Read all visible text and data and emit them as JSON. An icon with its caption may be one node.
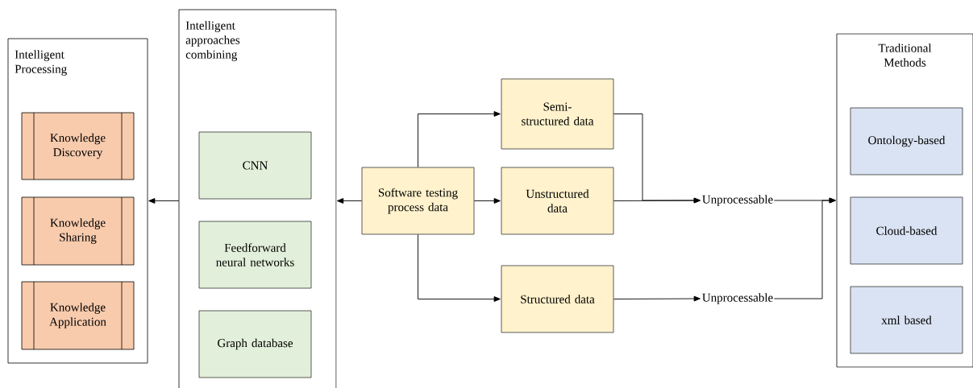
{
  "diagram": {
    "nodes": [
      {
        "text": [
          "Intelligent Processing"
        ]
      },
      {
        "text": [
          "Knowledge Discovery"
        ],
        "in": 0
      },
      {
        "text": [
          "Knowledge Sharing"
        ],
        "in": 0
      },
      {
        "text": [
          "Knowledge Application"
        ],
        "in": 0
      },
      {
        "text": [
          "Intelligent approaches combining"
        ]
      },
      {
        "text": [
          "CNN"
        ],
        "in": 4
      },
      {
        "text": [
          "Feedforward neural networks"
        ],
        "in": 4
      },
      {
        "text": [
          "Graph database"
        ],
        "in": 4
      },
      {
        "text": [
          "Software testing process data"
        ]
      },
      {
        "text": [
          "Semi-structured data"
        ]
      },
      {
        "text": [
          "Unstructured data"
        ]
      },
      {
        "text": [
          "Structured data"
        ]
      },
      {
        "text": [
          "Unprocessable"
        ]
      },
      {
        "text": [
          "Unprocessable"
        ]
      },
      {
        "text": [
          "Traditional Methods"
        ]
      },
      {
        "text": [
          "Ontology-based"
        ],
        "in": 14
      },
      {
        "text": [
          "Cloud-based"
        ],
        "in": 14
      },
      {
        "text": [
          "xml based"
        ],
        "in": 14
      }
    ],
    "edges": [
      {
        "from": 4,
        "to": 0,
        "arrow": "to"
      },
      {
        "from": 8,
        "to": 4,
        "arrow": "to"
      },
      {
        "from": 8,
        "to": 9,
        "arrow": "to"
      },
      {
        "from": 8,
        "to": 10,
        "arrow": "to"
      },
      {
        "from": 8,
        "to": 11,
        "arrow": "to"
      },
      {
        "from": 9,
        "to": 12,
        "arrow": "to"
      },
      {
        "from": 10,
        "to": 12,
        "arrow": "to"
      },
      {
        "from": 11,
        "to": 13,
        "arrow": "to"
      },
      {
        "from": 12,
        "to": 14,
        "arrow": "to"
      },
      {
        "from": 13,
        "to": 14,
        "arrow": "to"
      }
    ]
  }
}
